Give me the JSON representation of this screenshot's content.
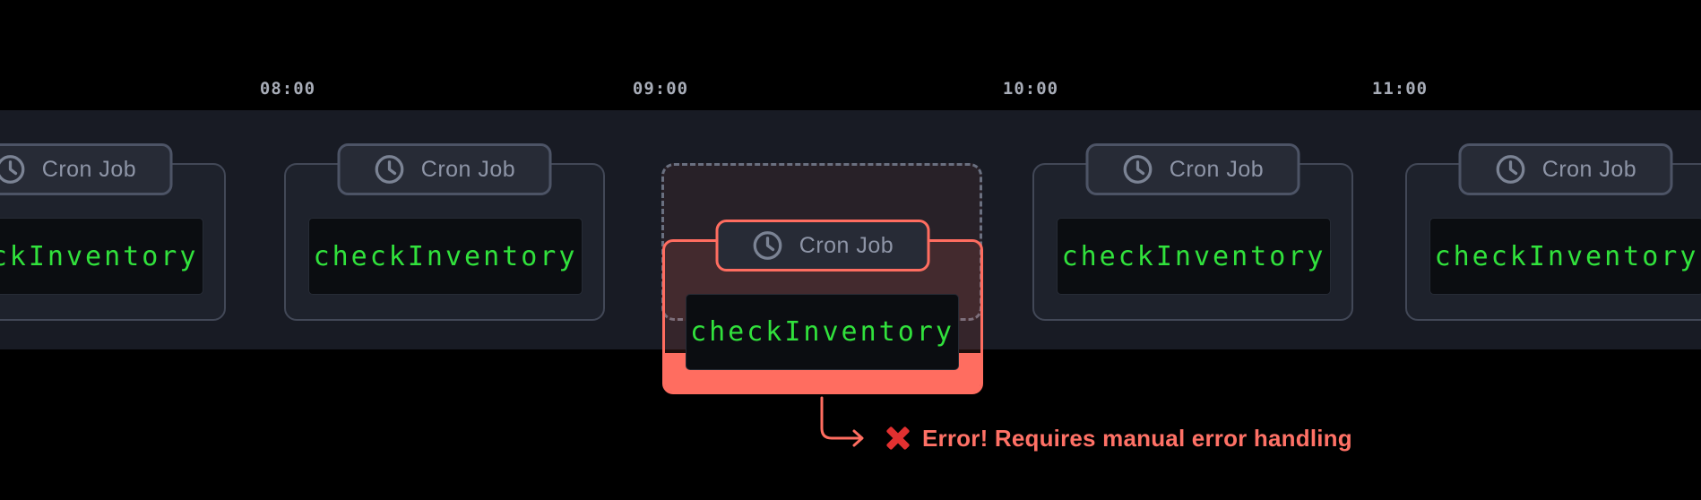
{
  "timeline": {
    "time_labels": [
      "08:00",
      "09:00",
      "10:00",
      "11:00"
    ],
    "runs": [
      {
        "badge": "Cron Job",
        "code": "checkInventory",
        "status": "ok"
      },
      {
        "badge": "Cron Job",
        "code": "checkInventory",
        "status": "ok"
      },
      {
        "badge": "Cron Job",
        "code": "checkInventory",
        "status": "error"
      },
      {
        "badge": "Cron Job",
        "code": "checkInventory",
        "status": "ok"
      },
      {
        "badge": "Cron Job",
        "code": "checkInventory",
        "status": "ok"
      }
    ],
    "error_annotation": {
      "icon": "cross-mark",
      "message": "Error! Requires manual error handling"
    },
    "colors": {
      "background": "#000000",
      "band": "#181b24",
      "card_bg": "#1e222c",
      "card_border": "#424857",
      "badge_bg": "#272b36",
      "badge_border": "#4d5466",
      "badge_text": "#8e95a7",
      "code_bg": "#0b0d11",
      "code_green": "#31e13c",
      "error_salmon": "#ff6d60",
      "error_text": "#ff7166",
      "cross_red": "#e23030",
      "time_label": "#a8adb8"
    }
  }
}
